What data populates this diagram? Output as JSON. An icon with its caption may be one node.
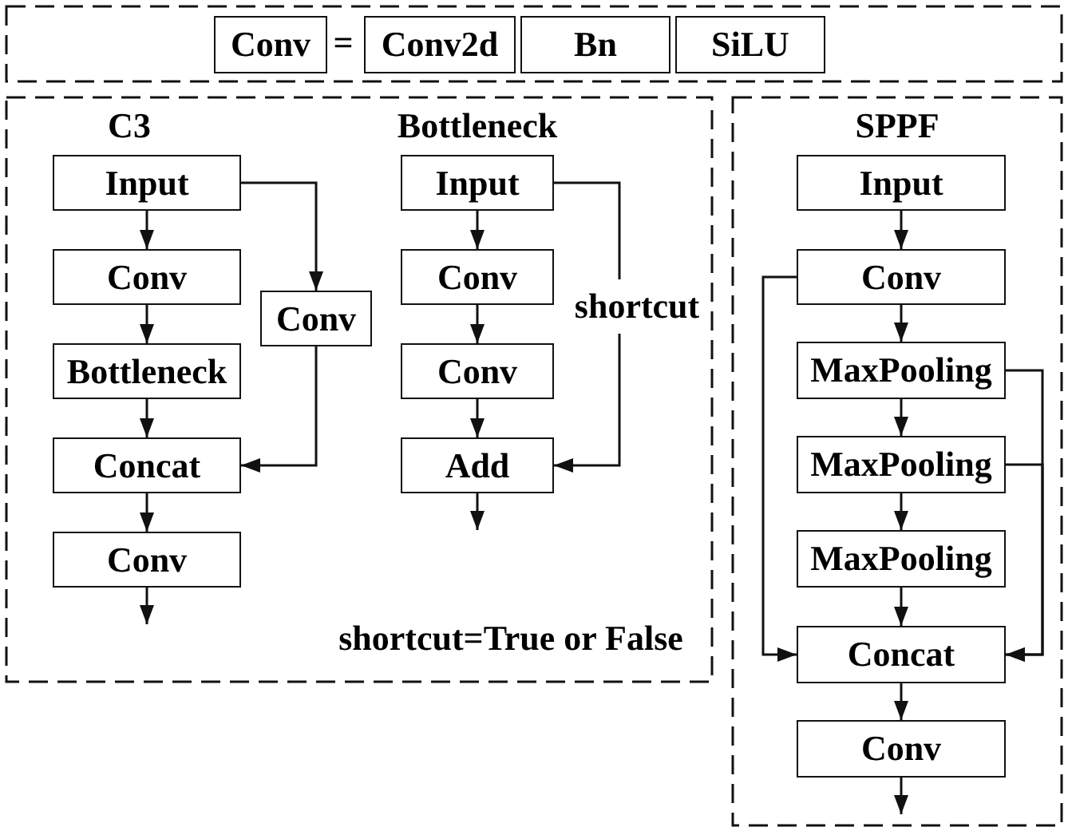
{
  "diagram": {
    "nodes": [
      {
        "text": [],
        "shape": "box"
      },
      {
        "text": [
          "Conv"
        ],
        "in": 0
      },
      {
        "text": [
          "Conv2d"
        ],
        "in": 0
      },
      {
        "text": [
          "Bn"
        ],
        "in": 0
      },
      {
        "text": [
          "SiLU"
        ],
        "in": 0
      },
      {
        "text": [],
        "shape": "box"
      },
      {
        "text": [
          "Input"
        ],
        "in": 5
      },
      {
        "text": [
          "Conv"
        ],
        "in": 5
      },
      {
        "text": [
          "Bottleneck"
        ],
        "in": 5
      },
      {
        "text": [
          "Concat"
        ],
        "in": 5
      },
      {
        "text": [
          "Conv"
        ],
        "in": 5
      },
      {
        "text": [
          "Conv"
        ],
        "in": 5
      },
      {
        "text": [
          "Input"
        ],
        "in": 5
      },
      {
        "text": [
          "Conv"
        ],
        "in": 5
      },
      {
        "text": [
          "Conv"
        ],
        "in": 5
      },
      {
        "text": [
          "Add"
        ],
        "in": 5
      },
      {
        "text": [
          "SPPF"
        ]
      },
      {
        "text": [
          "Input"
        ],
        "in": 16
      },
      {
        "text": [
          "Conv"
        ],
        "in": 16
      },
      {
        "text": [
          "MaxPooling"
        ],
        "in": 16
      },
      {
        "text": [
          "MaxPooling"
        ],
        "in": 16
      },
      {
        "text": [
          "MaxPooling"
        ],
        "in": 16
      },
      {
        "text": [
          "Concat"
        ],
        "in": 16
      },
      {
        "text": [
          "Conv"
        ],
        "in": 16
      }
    ],
    "edges": [
      {
        "from": 6,
        "to": 7,
        "arrow": "to"
      },
      {
        "from": 7,
        "to": 8,
        "arrow": "to"
      },
      {
        "from": 8,
        "to": 9,
        "arrow": "to"
      },
      {
        "from": 9,
        "to": 10,
        "arrow": "to"
      },
      {
        "from": 10,
        "to": null,
        "arrow": "to"
      },
      {
        "from": 6,
        "to": 11,
        "arrow": "to"
      },
      {
        "from": 11,
        "to": 9,
        "arrow": "to"
      },
      {
        "from": 12,
        "to": 13,
        "arrow": "to"
      },
      {
        "from": 13,
        "to": 14,
        "arrow": "to"
      },
      {
        "from": 14,
        "to": 15,
        "arrow": "to"
      },
      {
        "from": 12,
        "to": 15,
        "arrow": "to",
        "label": "shortcut"
      },
      {
        "from": 15,
        "to": null,
        "arrow": "to"
      },
      {
        "from": 17,
        "to": 18,
        "arrow": "to"
      },
      {
        "from": 18,
        "to": 19,
        "arrow": "to"
      },
      {
        "from": 19,
        "to": 20,
        "arrow": "to"
      },
      {
        "from": 20,
        "to": 21,
        "arrow": "to"
      },
      {
        "from": 21,
        "to": 22,
        "arrow": "to"
      },
      {
        "from": 18,
        "to": 22,
        "arrow": "to"
      },
      {
        "from": 19,
        "to": 22,
        "arrow": "to"
      },
      {
        "from": 20,
        "to": 22,
        "arrow": "to"
      },
      {
        "from": 22,
        "to": 23,
        "arrow": "to"
      },
      {
        "from": 23,
        "to": null,
        "arrow": "to"
      }
    ],
    "labels": [
      "=",
      "C3",
      "Bottleneck",
      "shortcut=True or False"
    ]
  }
}
